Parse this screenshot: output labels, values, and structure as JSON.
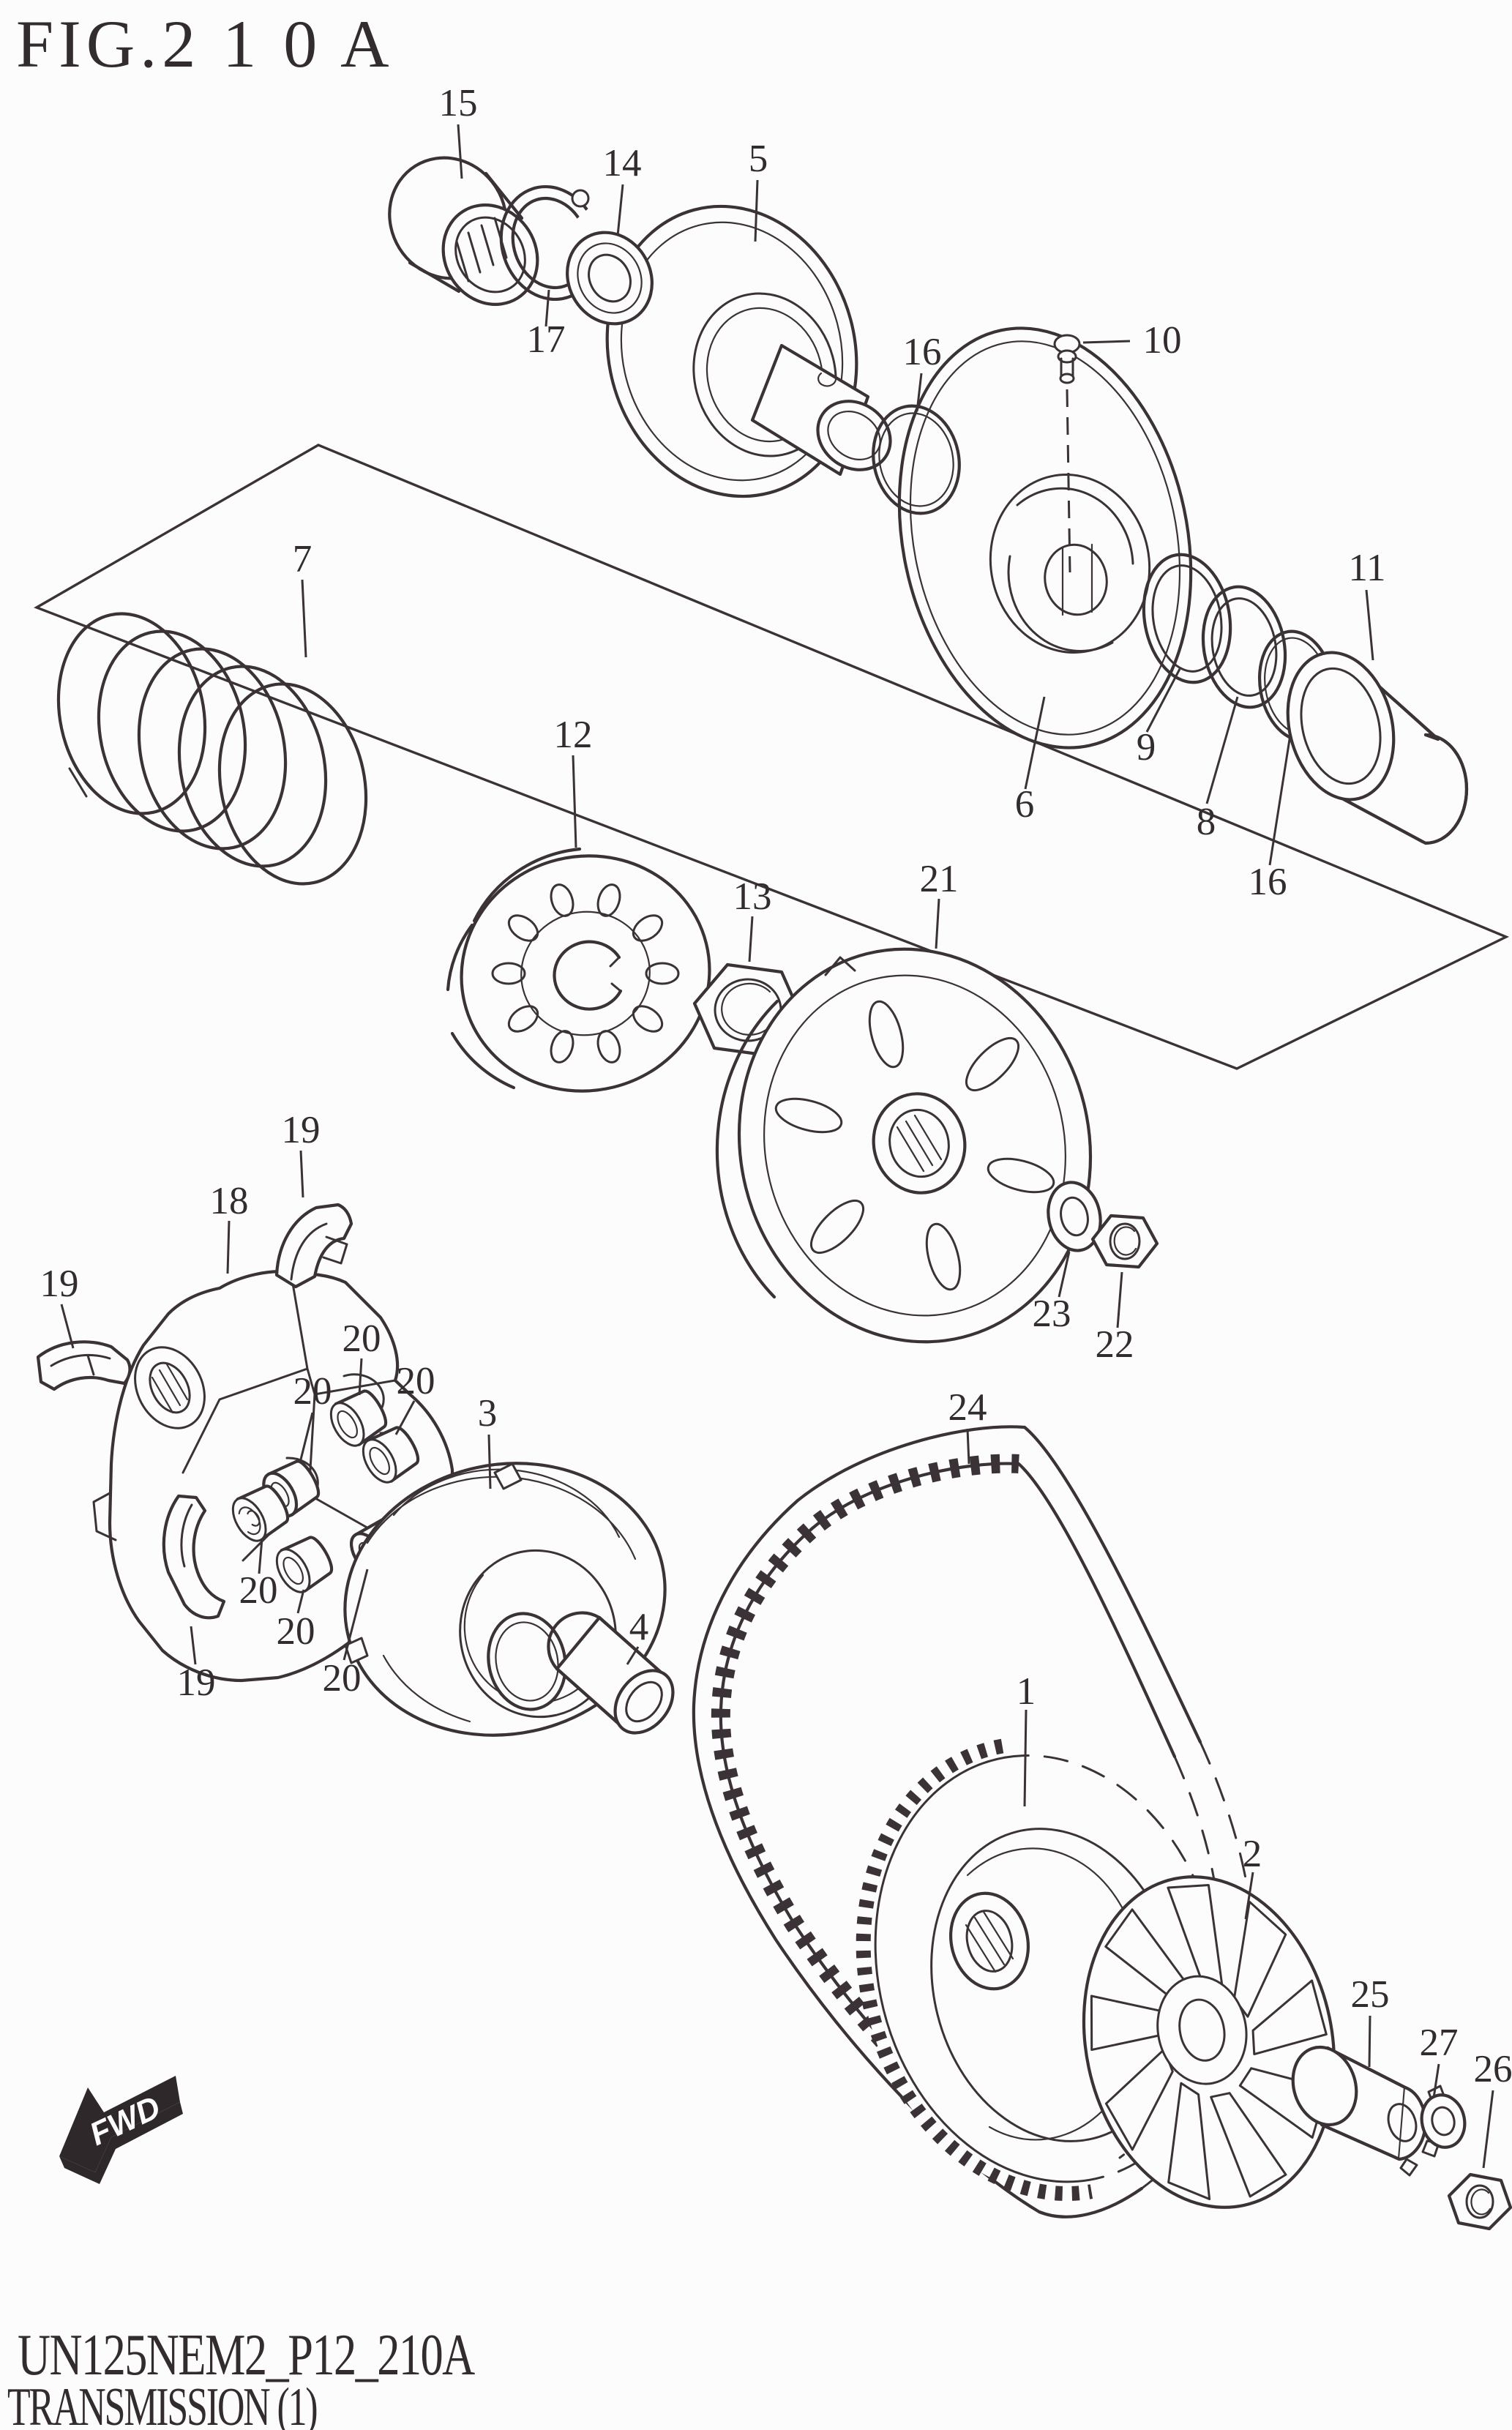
{
  "page": {
    "title": "FIG.2 1 0 A",
    "doc_code": "UN125NEM2_P12_210A",
    "doc_caption": "TRANSMISSION (1)",
    "fwd": "FWD"
  },
  "colors": {
    "line": "#3a3236",
    "background": "#fcfcfc",
    "text": "#332c2f"
  },
  "callouts": {
    "c15": "15",
    "c14": "14",
    "c5": "5",
    "c17": "17",
    "c16u": "16",
    "c10": "10",
    "c11": "11",
    "c7": "7",
    "c12": "12",
    "c6": "6",
    "c9": "9",
    "c8": "8",
    "c16l": "16",
    "c13": "13",
    "c21": "21",
    "c19t": "19",
    "c18": "18",
    "c19l": "19",
    "c23": "23",
    "c22": "22",
    "c20a": "20",
    "c20b": "20",
    "c20c": "20",
    "c3": "3",
    "c24": "24",
    "c20d": "20",
    "c20e": "20",
    "c20f": "20",
    "c19b": "19",
    "c4": "4",
    "c1": "1",
    "c2": "2",
    "c25": "25",
    "c27": "27",
    "c26": "26"
  }
}
